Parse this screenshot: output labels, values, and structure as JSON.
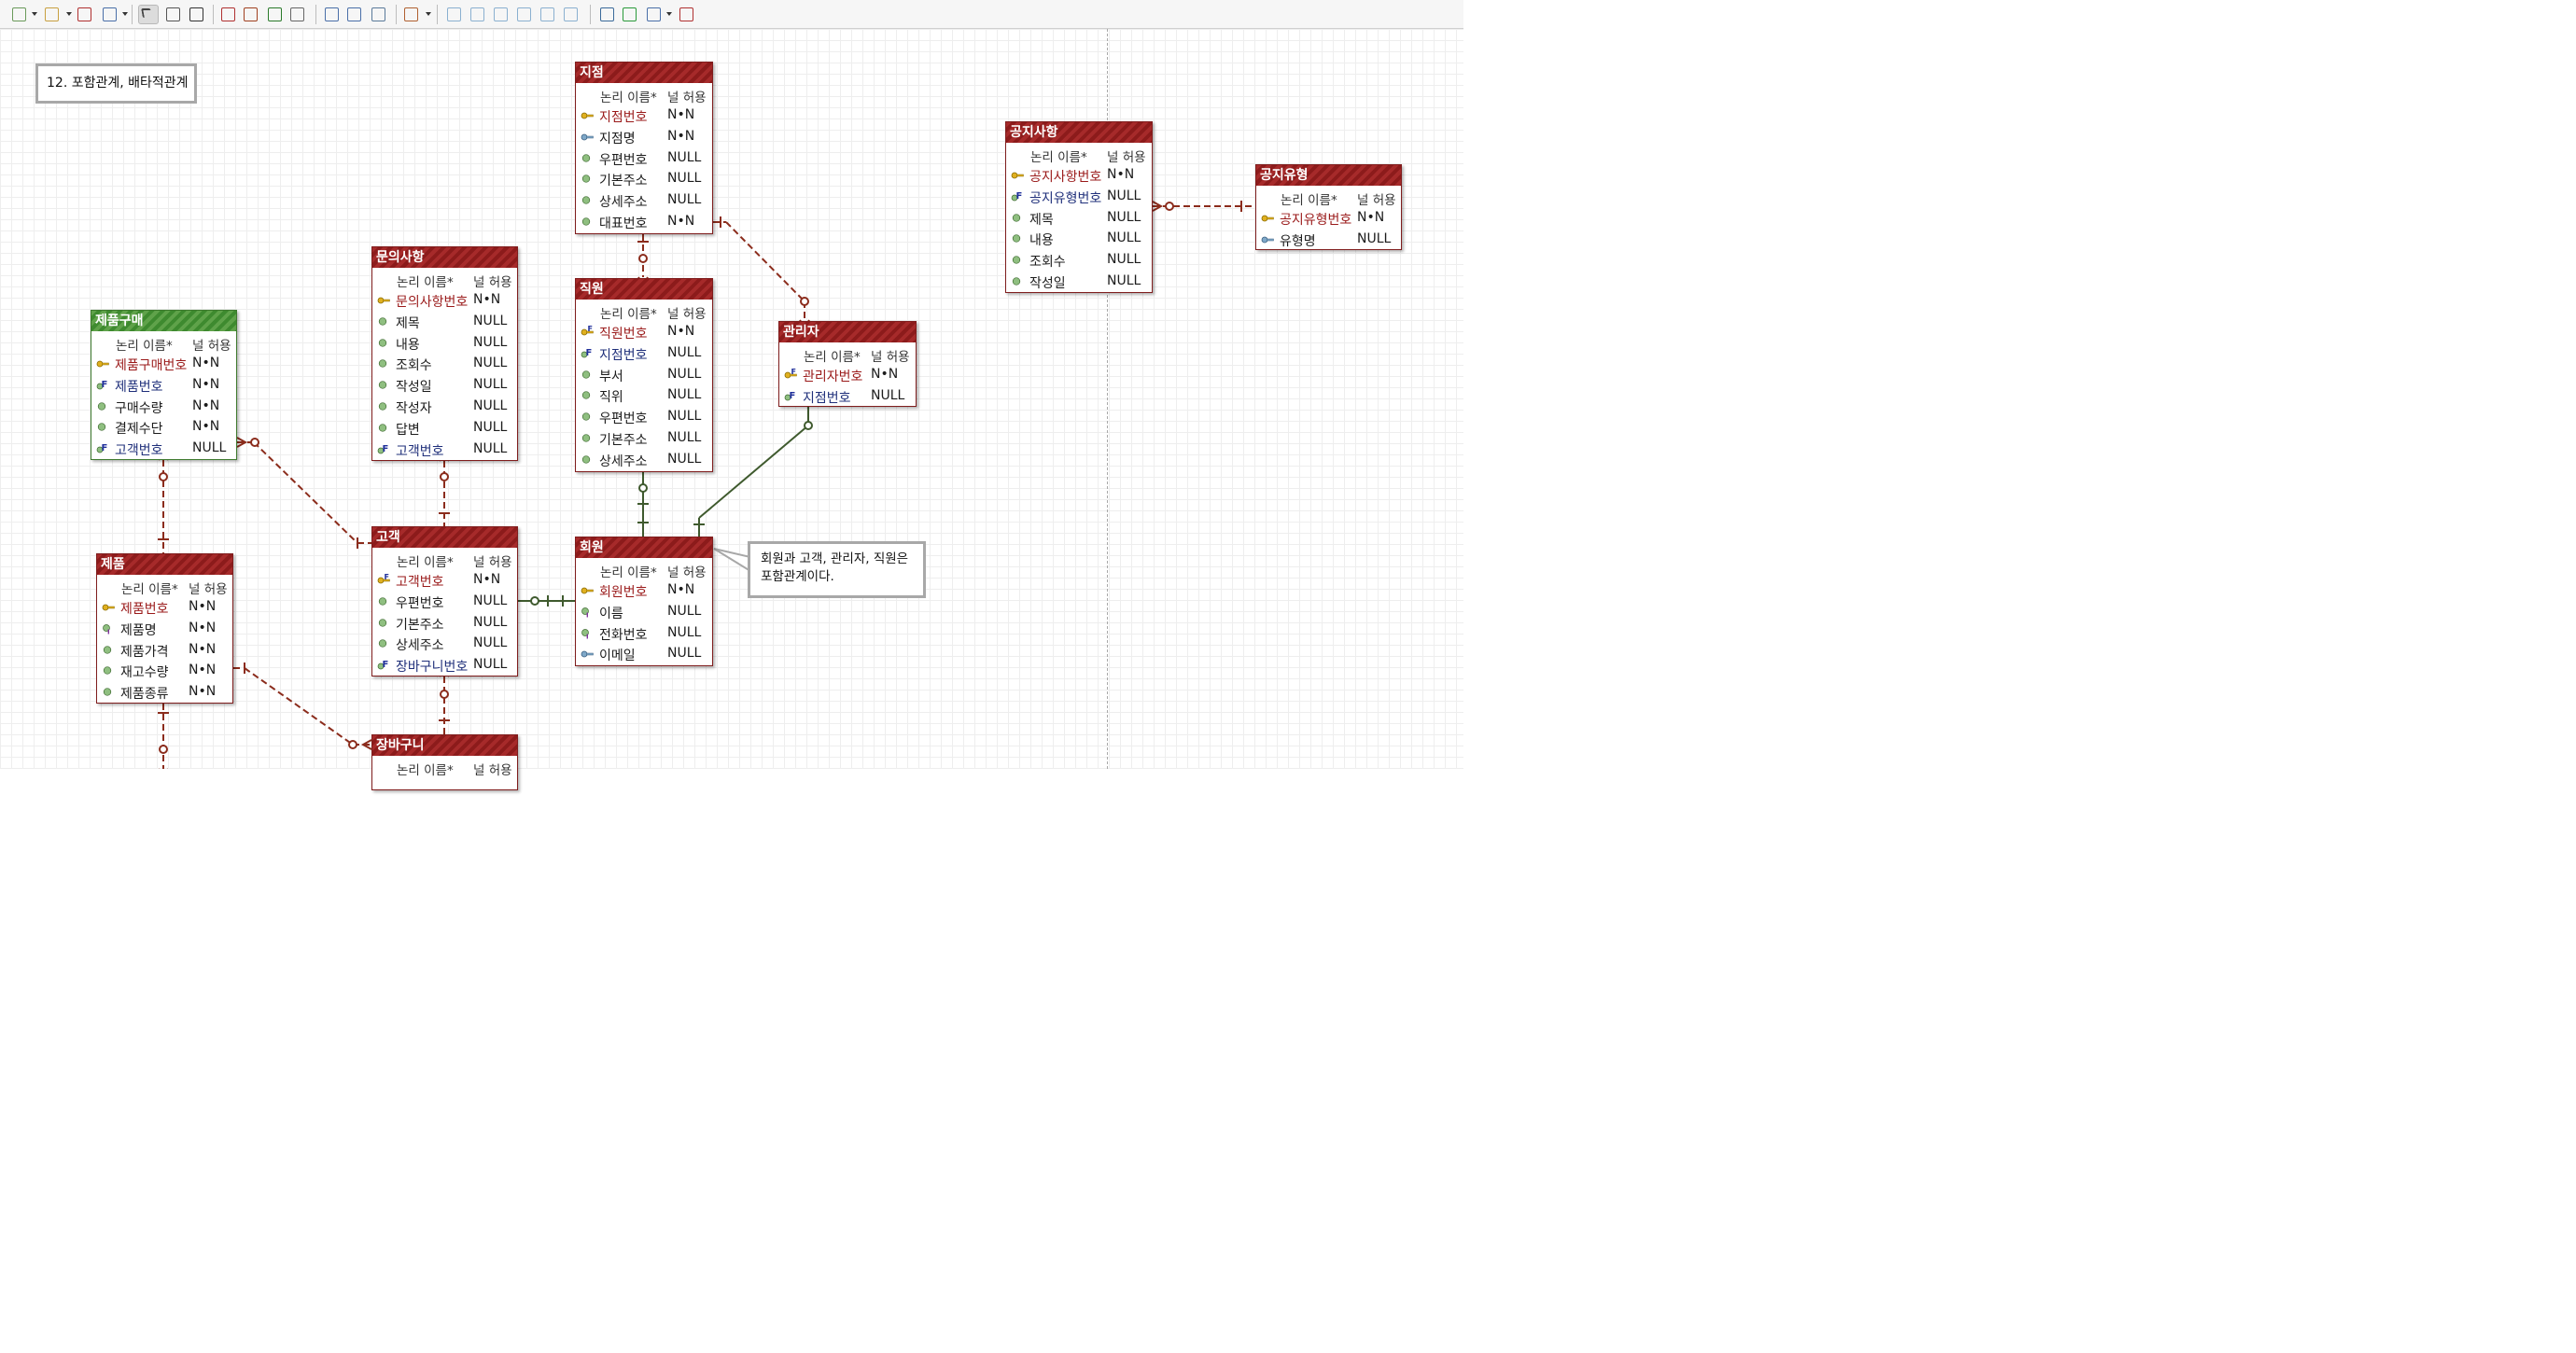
{
  "diagram_title": "12. 포함관계, 배타적관계",
  "column_headers": {
    "logical_name": "논리 이름*",
    "nullable": "널 허용"
  },
  "callout_text": [
    "회원과 고객, 관리자, 직원은",
    "포함관계이다."
  ],
  "entities": {
    "jijeom": {
      "name": "지점",
      "attrs": [
        {
          "name": "지점번호",
          "null": "N•N",
          "kind": "pk"
        },
        {
          "name": "지점명",
          "null": "N•N",
          "kind": "uk"
        },
        {
          "name": "우편번호",
          "null": "NULL",
          "kind": "attr"
        },
        {
          "name": "기본주소",
          "null": "NULL",
          "kind": "attr"
        },
        {
          "name": "상세주소",
          "null": "NULL",
          "kind": "attr"
        },
        {
          "name": "대표번호",
          "null": "N•N",
          "kind": "attr"
        }
      ]
    },
    "munui": {
      "name": "문의사항",
      "attrs": [
        {
          "name": "문의사항번호",
          "null": "N•N",
          "kind": "pk"
        },
        {
          "name": "제목",
          "null": "NULL",
          "kind": "attr"
        },
        {
          "name": "내용",
          "null": "NULL",
          "kind": "attr"
        },
        {
          "name": "조회수",
          "null": "NULL",
          "kind": "attr"
        },
        {
          "name": "작성일",
          "null": "NULL",
          "kind": "attr"
        },
        {
          "name": "작성자",
          "null": "NULL",
          "kind": "attr"
        },
        {
          "name": "답변",
          "null": "NULL",
          "kind": "attr"
        },
        {
          "name": "고객번호",
          "null": "NULL",
          "kind": "fk"
        }
      ]
    },
    "jepumgumae": {
      "name": "제품구매",
      "attrs": [
        {
          "name": "제품구매번호",
          "null": "N•N",
          "kind": "pk"
        },
        {
          "name": "제품번호",
          "null": "N•N",
          "kind": "fk"
        },
        {
          "name": "구매수량",
          "null": "N•N",
          "kind": "attr"
        },
        {
          "name": "결제수단",
          "null": "N•N",
          "kind": "attr"
        },
        {
          "name": "고객번호",
          "null": "NULL",
          "kind": "fk"
        }
      ]
    },
    "jigwon": {
      "name": "직원",
      "attrs": [
        {
          "name": "직원번호",
          "null": "N•N",
          "kind": "pkfk"
        },
        {
          "name": "지점번호",
          "null": "NULL",
          "kind": "fk"
        },
        {
          "name": "부서",
          "null": "NULL",
          "kind": "attr"
        },
        {
          "name": "직위",
          "null": "NULL",
          "kind": "attr"
        },
        {
          "name": "우편번호",
          "null": "NULL",
          "kind": "attr"
        },
        {
          "name": "기본주소",
          "null": "NULL",
          "kind": "attr"
        },
        {
          "name": "상세주소",
          "null": "NULL",
          "kind": "attr"
        }
      ]
    },
    "gwanrija": {
      "name": "관리자",
      "attrs": [
        {
          "name": "관리자번호",
          "null": "N•N",
          "kind": "pkfk"
        },
        {
          "name": "지점번호",
          "null": "NULL",
          "kind": "fk"
        }
      ]
    },
    "gongji": {
      "name": "공지사항",
      "attrs": [
        {
          "name": "공지사항번호",
          "null": "N•N",
          "kind": "pk"
        },
        {
          "name": "공지유형번호",
          "null": "NULL",
          "kind": "fk"
        },
        {
          "name": "제목",
          "null": "NULL",
          "kind": "attr"
        },
        {
          "name": "내용",
          "null": "NULL",
          "kind": "attr"
        },
        {
          "name": "조회수",
          "null": "NULL",
          "kind": "attr"
        },
        {
          "name": "작성일",
          "null": "NULL",
          "kind": "attr"
        }
      ]
    },
    "gongjiyuhyeong": {
      "name": "공지유형",
      "attrs": [
        {
          "name": "공지유형번호",
          "null": "N•N",
          "kind": "pk"
        },
        {
          "name": "유형명",
          "null": "NULL",
          "kind": "uk"
        }
      ]
    },
    "jepum": {
      "name": "제품",
      "attrs": [
        {
          "name": "제품번호",
          "null": "N•N",
          "kind": "pk"
        },
        {
          "name": "제품명",
          "null": "N•N",
          "kind": "ie"
        },
        {
          "name": "제품가격",
          "null": "N•N",
          "kind": "attr"
        },
        {
          "name": "재고수량",
          "null": "N•N",
          "kind": "attr"
        },
        {
          "name": "제품종류",
          "null": "N•N",
          "kind": "attr"
        }
      ]
    },
    "gogaek": {
      "name": "고객",
      "attrs": [
        {
          "name": "고객번호",
          "null": "N•N",
          "kind": "pkfk"
        },
        {
          "name": "우편번호",
          "null": "NULL",
          "kind": "attr"
        },
        {
          "name": "기본주소",
          "null": "NULL",
          "kind": "attr"
        },
        {
          "name": "상세주소",
          "null": "NULL",
          "kind": "attr"
        },
        {
          "name": "장바구니번호",
          "null": "NULL",
          "kind": "fk"
        }
      ]
    },
    "hoewon": {
      "name": "회원",
      "attrs": [
        {
          "name": "회원번호",
          "null": "N•N",
          "kind": "pk"
        },
        {
          "name": "이름",
          "null": "NULL",
          "kind": "ie"
        },
        {
          "name": "전화번호",
          "null": "NULL",
          "kind": "ie"
        },
        {
          "name": "이메일",
          "null": "NULL",
          "kind": "uk"
        }
      ]
    },
    "jangbaguni": {
      "name": "장바구니",
      "attrs": []
    }
  },
  "toolbar_icons": [
    "select-layout-icon",
    "shape-icon",
    "table-icon",
    "view-icon",
    "pointer-icon",
    "hand-icon",
    "zoom-icon",
    "entity-icon",
    "identifying-relation-icon",
    "non-identifying-relation-icon",
    "note-icon",
    "copy-icon",
    "print-icon",
    "image-icon",
    "color-icon",
    "align-left-icon",
    "align-center-icon",
    "align-right-icon",
    "align-top-icon",
    "align-middle-icon",
    "align-bottom-icon",
    "report-icon",
    "validate-icon",
    "sync-icon",
    "help-icon"
  ]
}
